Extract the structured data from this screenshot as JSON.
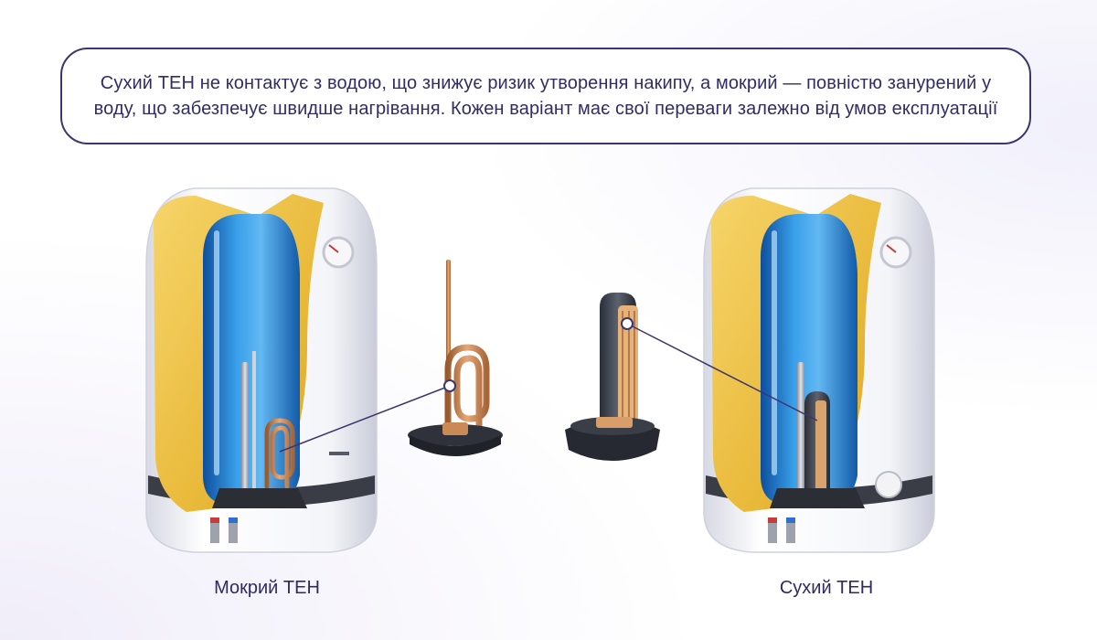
{
  "caption": {
    "text": "Сухий ТЕН не контактує з водою, що знижує ризик утворення накипу, а мокрий — повністю занурений у воду, що забезпечує швидше нагрівання. Кожен варіант має свої переваги залежно від умов експлуатації"
  },
  "labels": {
    "wet": "Мокрий ТЕН",
    "dry": "Сухий ТЕН"
  },
  "colors": {
    "text": "#312c66",
    "border": "#3b3670",
    "tank_blue": "#1f7fd0",
    "insulation_yellow": "#f2c84b",
    "copper": "#c98a55",
    "callout_line": "#3b3670"
  }
}
